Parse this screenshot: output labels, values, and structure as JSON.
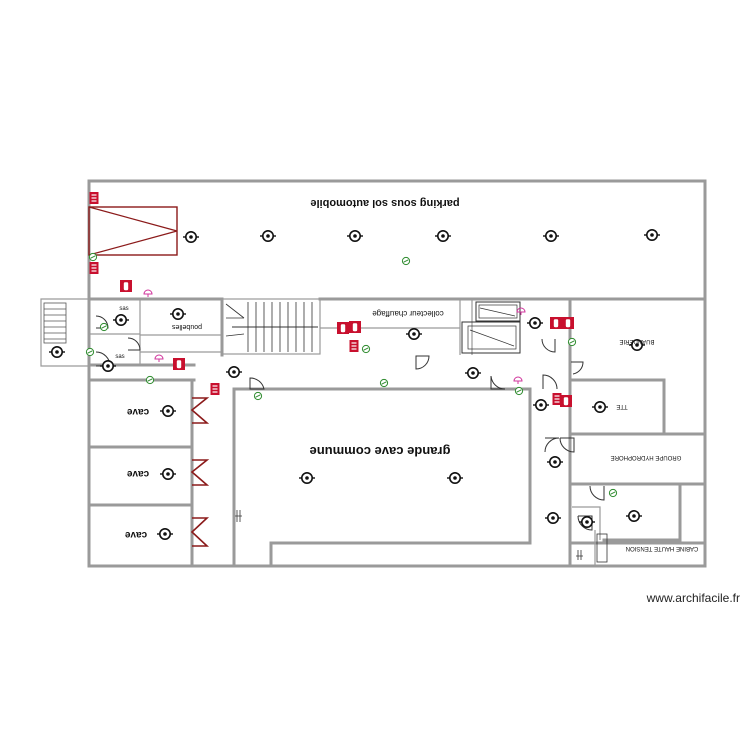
{
  "rooms": {
    "parking": "parking sous sol automobile",
    "collecteur": "collecteur chauffage",
    "poubelles": "poubelles",
    "sas_top": "sas",
    "sas_bottom": "sas",
    "buanderie": "BUANDERIE",
    "cave_1": "cave",
    "cave_2": "cave",
    "cave_3": "cave",
    "grande_cave": "grande cave commune",
    "small_room": "TTE",
    "groupe_hydrophore": "GROUPE HYDROPHORE",
    "cabine_haute_tension": "CABINE HAUTE TENSION"
  },
  "symbols": {
    "light_point": "light-point-icon",
    "exit_sign": "emergency-exit-icon",
    "extinguisher": "fire-extinguisher-icon",
    "smoke_detector": "smoke-detector-icon",
    "sprinkler": "sprinkler-icon"
  },
  "colors": {
    "walls": "#9a9a9a",
    "safety_red": "#c8102e",
    "exit_green": "#2e8b2e",
    "detector_pink": "#d0349c"
  },
  "watermark": "www.archifacile.fr"
}
